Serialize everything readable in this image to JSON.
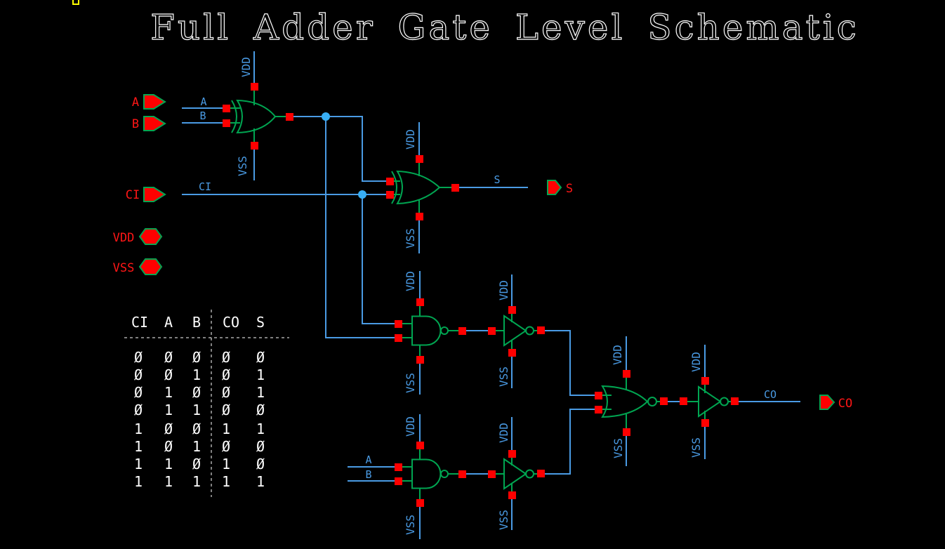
{
  "title": "Full Adder Gate Level Schematic",
  "colors": {
    "background": "#000000",
    "wire": "#4a9be4",
    "junction": "#38aef4",
    "gate_green": "#00a551",
    "terminal_red": "#ff0000",
    "pin_fill": "#ff0000",
    "pin_label_red": "#ff1616",
    "net_label_blue": "#4a9be4",
    "table_white": "#ffffff",
    "title_white": "#ffffff",
    "marker_yellow": "#ffff00"
  },
  "pins": {
    "a": "A",
    "b": "B",
    "ci": "CI",
    "vdd": "VDD",
    "vss": "VSS",
    "s": "S",
    "co": "CO"
  },
  "nets": {
    "a": "A",
    "b": "B",
    "ci": "CI",
    "s": "S",
    "co": "CO",
    "a2": "A",
    "b2": "B"
  },
  "rails": {
    "vdd": "VDD",
    "vss": "VSS"
  },
  "truth_table": {
    "headers": [
      "CI",
      "A",
      "B",
      "CO",
      "S"
    ],
    "rows": [
      [
        "Ø",
        "Ø",
        "Ø",
        "Ø",
        "Ø"
      ],
      [
        "Ø",
        "Ø",
        "1",
        "Ø",
        "1"
      ],
      [
        "Ø",
        "1",
        "Ø",
        "Ø",
        "1"
      ],
      [
        "Ø",
        "1",
        "1",
        "Ø",
        "Ø"
      ],
      [
        "1",
        "Ø",
        "Ø",
        "1",
        "1"
      ],
      [
        "1",
        "Ø",
        "1",
        "Ø",
        "Ø"
      ],
      [
        "1",
        "1",
        "Ø",
        "1",
        "Ø"
      ],
      [
        "1",
        "1",
        "1",
        "1",
        "1"
      ]
    ]
  }
}
